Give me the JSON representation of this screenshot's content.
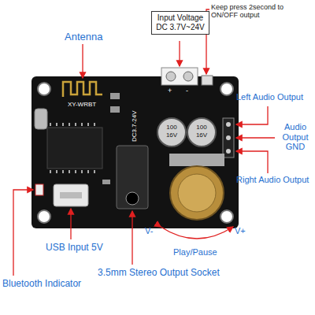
{
  "diagram": {
    "nodes": [
      {
        "text": [
          "Input Voltage DC 3.7V~24V"
        ]
      }
    ],
    "labels": [
      "Antenna",
      "Keep press 2second to ON/OFF output",
      "Left Audio Output",
      "Audio Output GND",
      "Right Audio Output",
      "USB Input 5V",
      "V-",
      "V+",
      "Play/Pause",
      "3.5mm Stereo Output Socket",
      "Bluetooth Indicator",
      "XY-WRBT",
      "DC3.7-24V",
      "+",
      "-",
      "100",
      "16V",
      "100",
      "16V"
    ]
  }
}
